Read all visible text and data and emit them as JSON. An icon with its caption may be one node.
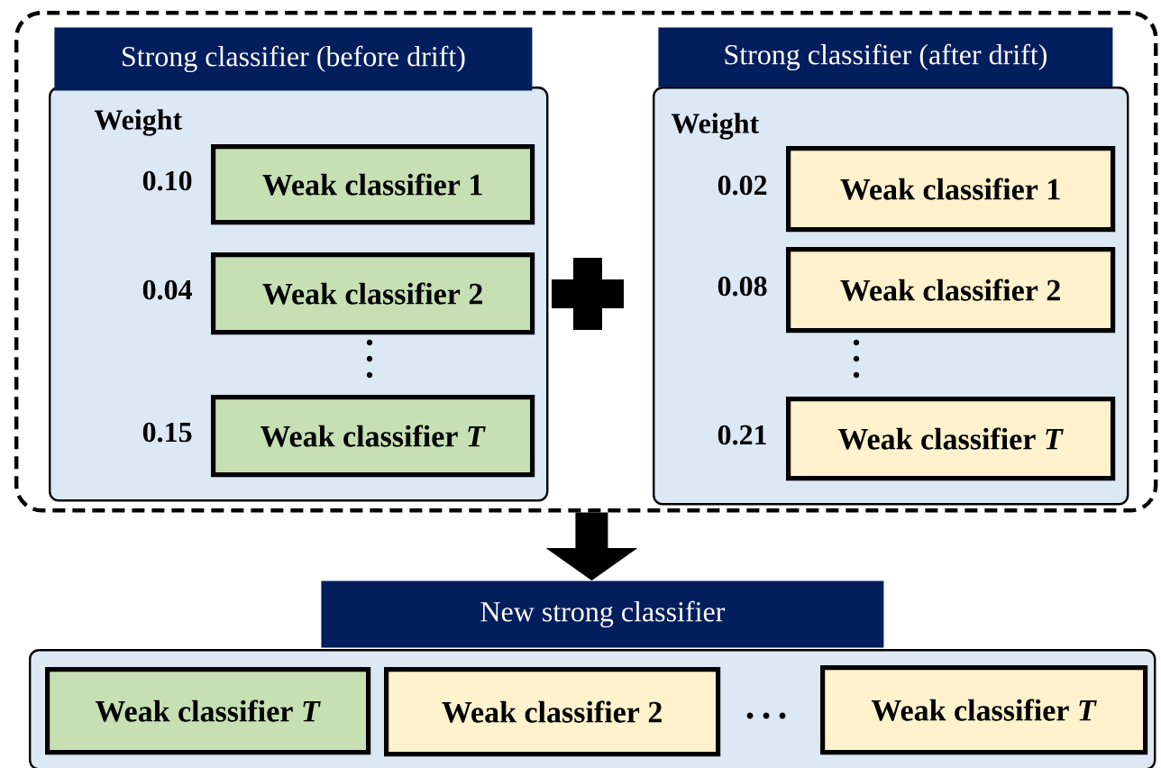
{
  "diagram": {
    "nodes": [
      {
        "text": [],
        "shape": "box"
      },
      {
        "text": [
          "Strong classifier (before drift)",
          "Weight"
        ],
        "in": 0
      },
      {
        "text": [
          "Weak classifier 1"
        ],
        "in": 1,
        "beside": [
          "0.10"
        ]
      },
      {
        "text": [
          "Weak classifier 2"
        ],
        "in": 1,
        "beside": [
          "0.04"
        ]
      },
      {
        "text": [
          "Weak classifier *T*"
        ],
        "in": 1,
        "beside": [
          "0.15"
        ]
      },
      {
        "text": [
          "Strong classifier (after drift)",
          "Weight"
        ],
        "in": 0
      },
      {
        "text": [
          "Weak classifier 1"
        ],
        "in": 5,
        "beside": [
          "0.02"
        ]
      },
      {
        "text": [
          "Weak classifier 2"
        ],
        "in": 5,
        "beside": [
          "0.08"
        ]
      },
      {
        "text": [
          "Weak classifier *T*"
        ],
        "in": 5,
        "beside": [
          "0.21"
        ]
      },
      {
        "text": [
          "New strong classifier"
        ]
      },
      {
        "text": [
          "Weak classifier *T*"
        ],
        "in": 9
      },
      {
        "text": [
          "Weak classifier 2"
        ],
        "in": 9
      },
      {
        "text": [
          "Weak classifier *T*"
        ],
        "in": 9
      }
    ],
    "edges": [
      {
        "from": 0,
        "to": 9,
        "arrow": "to"
      }
    ]
  }
}
